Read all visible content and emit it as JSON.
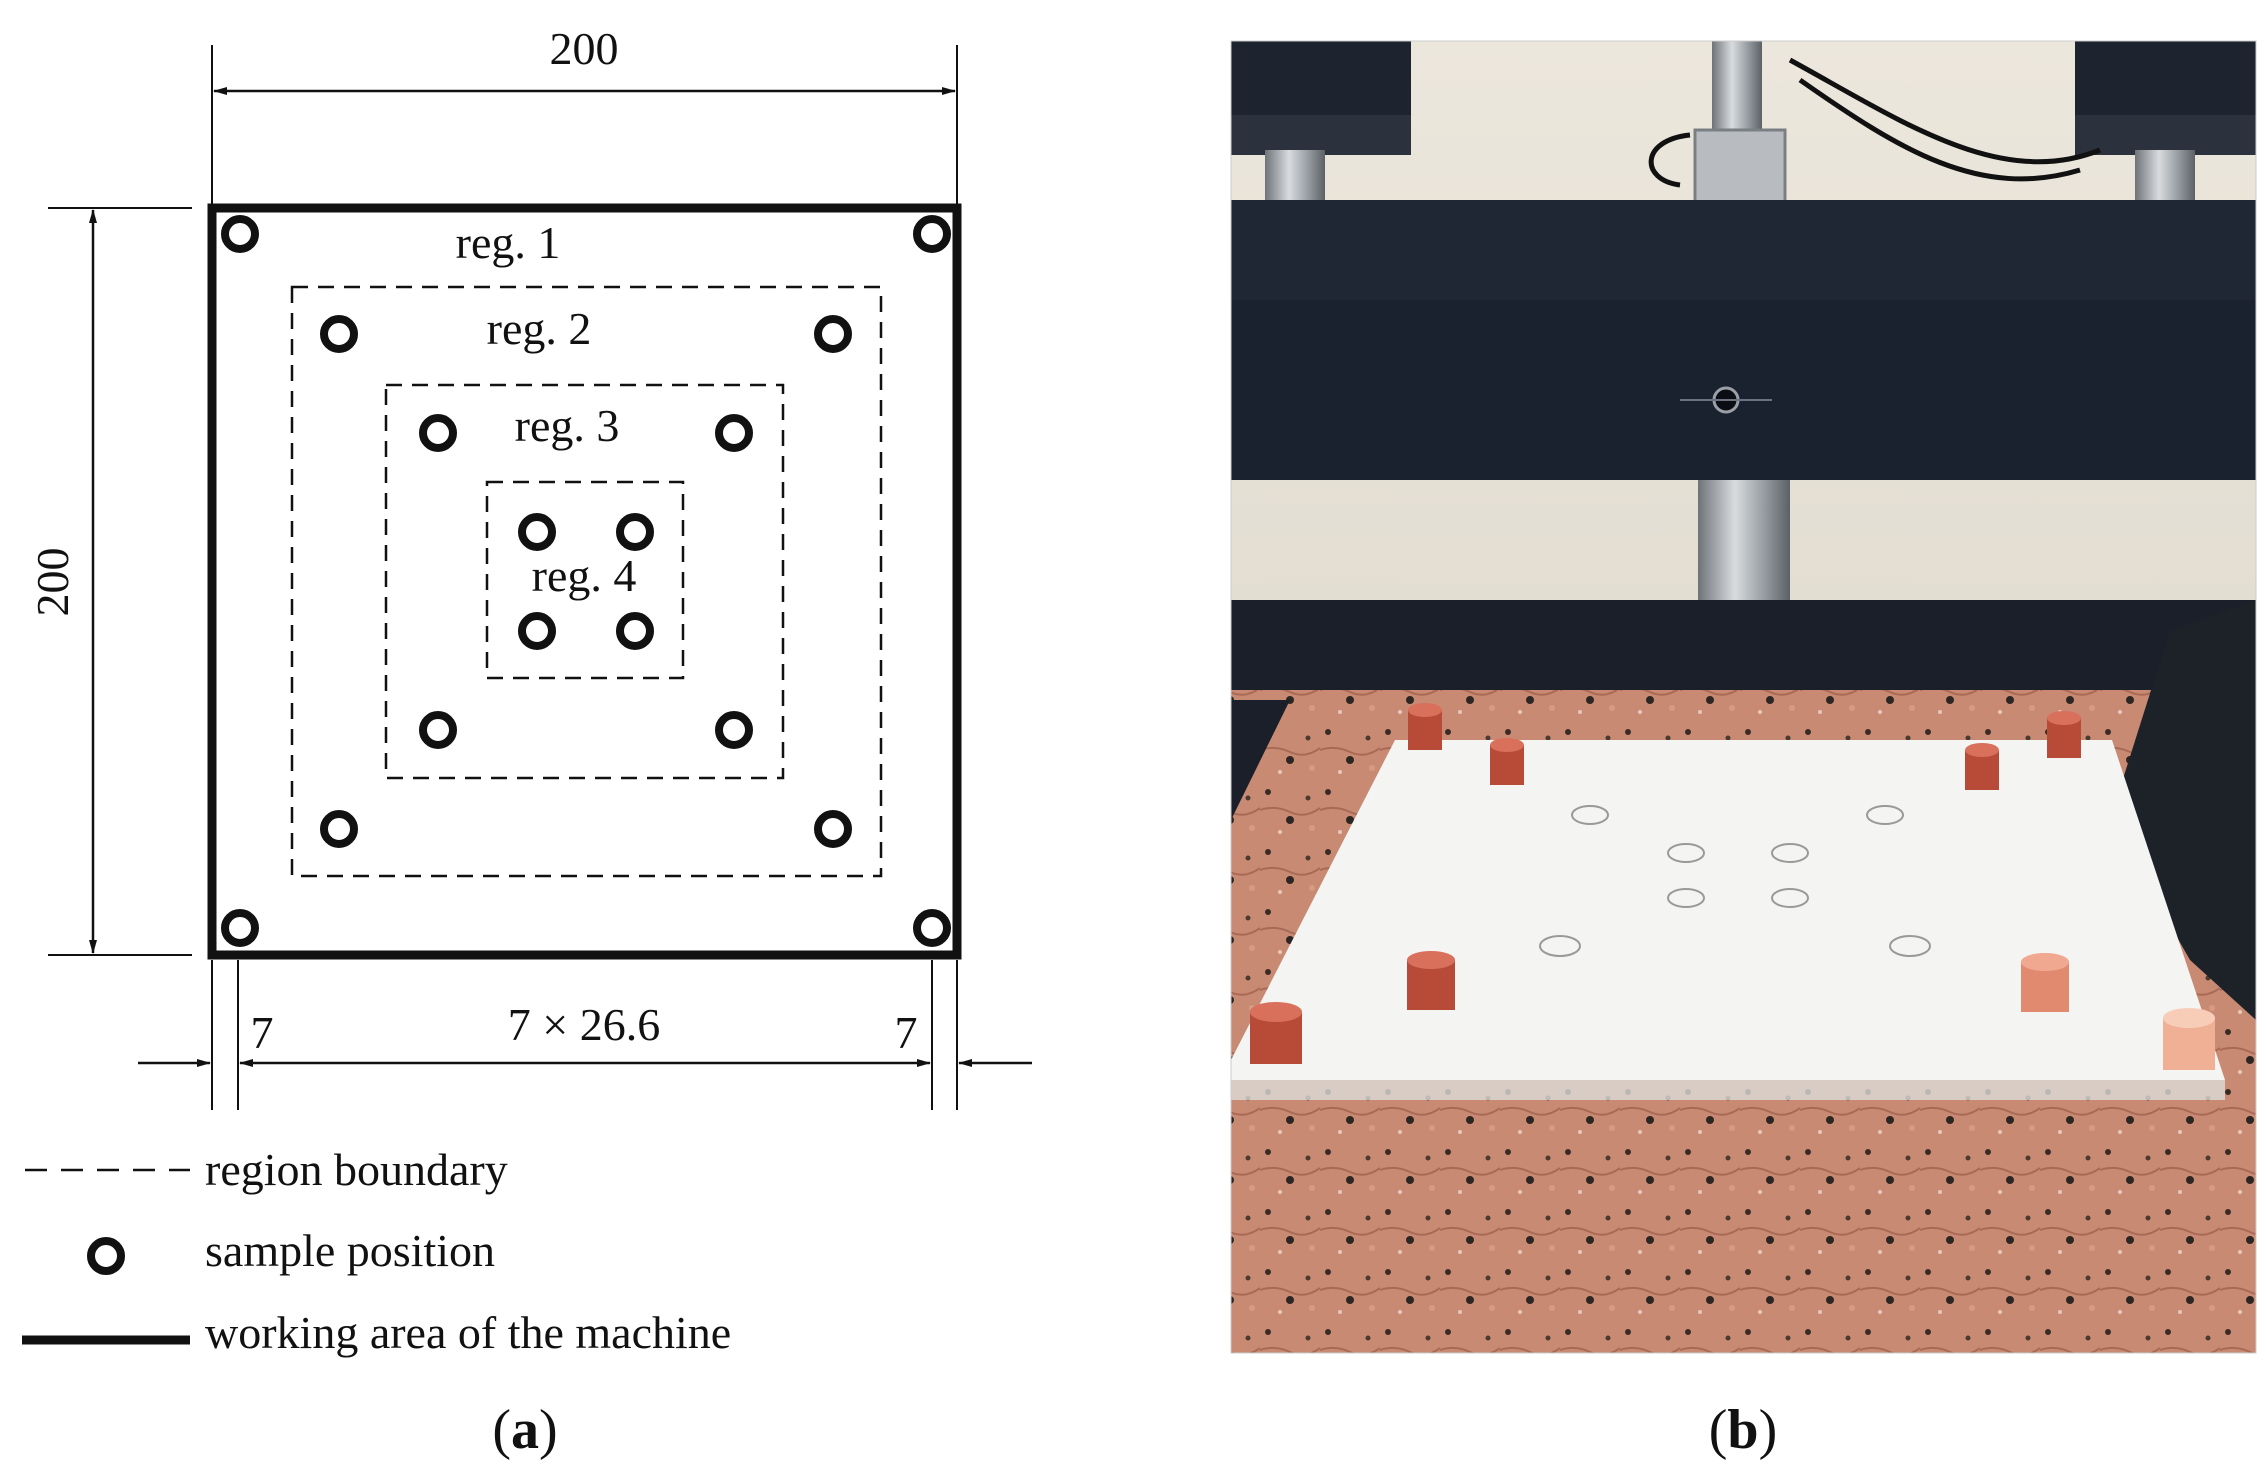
{
  "dimensions": {
    "top_width": "200",
    "left_height": "200",
    "left_margin": "7",
    "middle_span": "7 × 26.6",
    "right_margin": "7"
  },
  "regions": [
    "reg. 1",
    "reg. 2",
    "reg. 3",
    "reg. 4"
  ],
  "legend": {
    "dashed": "region boundary",
    "circle": "sample position",
    "thick": "working area of the machine"
  },
  "captions": {
    "a_open": "(",
    "a_letter": "a",
    "a_close": ")",
    "b_open": "(",
    "b_letter": "b",
    "b_close": ")"
  },
  "photo": {
    "description_icon": "photo-of-press-with-samples",
    "sample_color": "#c8503e",
    "granite_color": "#c98a74",
    "machine_color": "#1a2230"
  }
}
